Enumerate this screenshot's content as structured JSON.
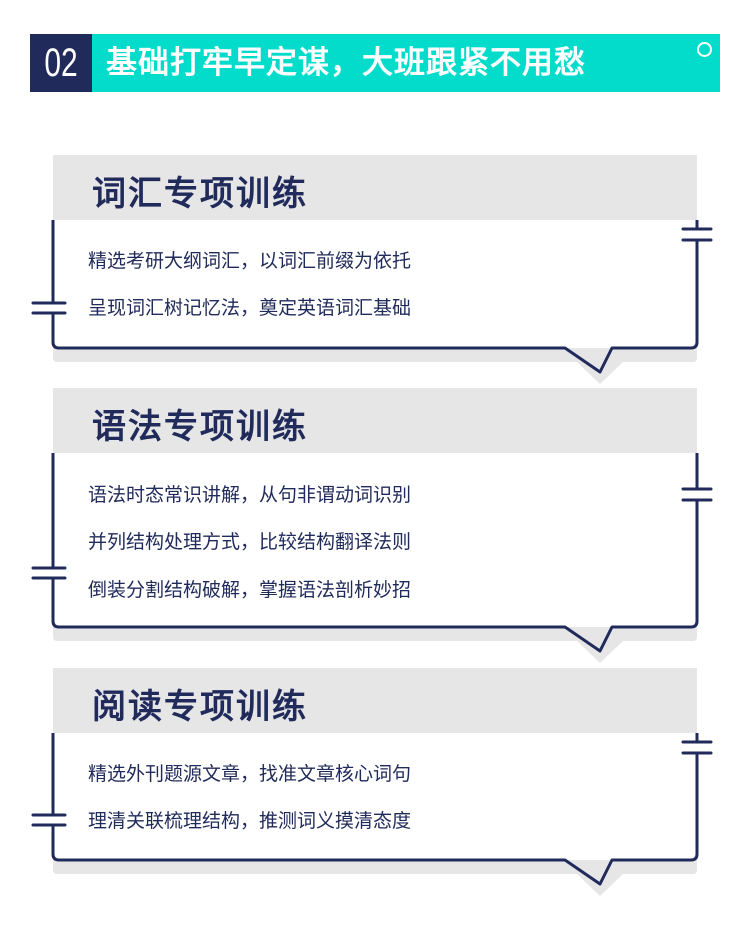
{
  "banner": {
    "number": "02",
    "title": "基础打牢早定谋，大班跟紧不用愁"
  },
  "colors": {
    "accent": "#04dccb",
    "navy": "#212b5b",
    "header_gray": "#e6e6e6"
  },
  "cards": [
    {
      "title": "词汇专项训练",
      "lines": [
        "精选考研大纲词汇，以词汇前缀为依托",
        "呈现词汇树记忆法，奠定英语词汇基础"
      ]
    },
    {
      "title": "语法专项训练",
      "lines": [
        "语法时态常识讲解，从句非谓动词识别",
        "并列结构处理方式，比较结构翻译法则",
        "倒装分割结构破解，掌握语法剖析妙招"
      ]
    },
    {
      "title": "阅读专项训练",
      "lines": [
        "精选外刊题源文章，找准文章核心词句",
        "理清关联梳理结构，推测词义摸清态度"
      ]
    }
  ]
}
